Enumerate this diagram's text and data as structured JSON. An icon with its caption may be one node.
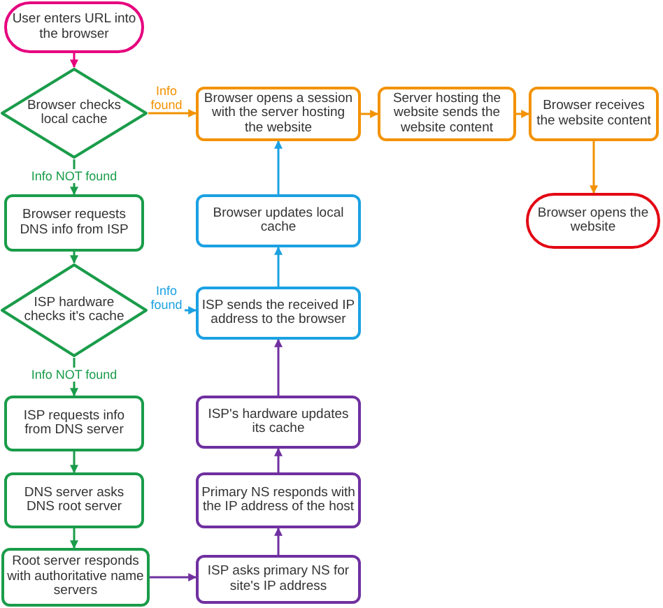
{
  "diagram": {
    "nodes": [
      {
        "text": [
          "User enters URL into the browser"
        ]
      },
      {
        "text": [
          "Browser checks local cache"
        ]
      },
      {
        "text": [
          "Browser requests DNS info from ISP"
        ]
      },
      {
        "text": [
          "ISP hardware checks it's cache"
        ]
      },
      {
        "text": [
          "ISP requests info from DNS server"
        ]
      },
      {
        "text": [
          "DNS server asks DNS root server"
        ]
      },
      {
        "text": [
          "Root server responds with authoritative name servers"
        ]
      },
      {
        "text": [
          "ISP asks primary NS for site's IP address"
        ]
      },
      {
        "text": [
          "Primary NS responds with the IP address of the host"
        ]
      },
      {
        "text": [
          "ISP's hardware updates its cache"
        ]
      },
      {
        "text": [
          "ISP sends the received IP address to the browser"
        ]
      },
      {
        "text": [
          "Browser updates local cache"
        ]
      },
      {
        "text": [
          "Browser opens a session with the server hosting the website"
        ]
      },
      {
        "text": [
          "Server hosting the website sends the website content"
        ]
      },
      {
        "text": [
          "Browser receives the website content"
        ]
      },
      {
        "text": [
          "Browser opens the website"
        ]
      }
    ],
    "edges": [
      {
        "from": 0,
        "to": 1,
        "arrow": "to",
        "color": "#e6007e"
      },
      {
        "from": 1,
        "to": 12,
        "arrow": "to",
        "label": "Info found",
        "color": "#f39200"
      },
      {
        "from": 1,
        "to": 2,
        "arrow": "to",
        "label": "Info NOT found"
      },
      {
        "from": 2,
        "to": 3,
        "arrow": "to"
      },
      {
        "from": 3,
        "to": 10,
        "arrow": "to",
        "label": "Info found",
        "color": "#1ba1e2"
      },
      {
        "from": 3,
        "to": 4,
        "arrow": "to",
        "label": "Info NOT found"
      },
      {
        "from": 4,
        "to": 5,
        "arrow": "to"
      },
      {
        "from": 5,
        "to": 6,
        "arrow": "to"
      },
      {
        "from": 6,
        "to": 7,
        "arrow": "to",
        "color": "#7030a0"
      },
      {
        "from": 7,
        "to": 8,
        "arrow": "to",
        "color": "#7030a0"
      },
      {
        "from": 8,
        "to": 9,
        "arrow": "to",
        "color": "#7030a0"
      },
      {
        "from": 9,
        "to": 10,
        "arrow": "to",
        "color": "#7030a0"
      },
      {
        "from": 10,
        "to": 11,
        "arrow": "to",
        "color": "#1ba1e2"
      },
      {
        "from": 11,
        "to": 12,
        "arrow": "to",
        "color": "#1ba1e2"
      },
      {
        "from": 12,
        "to": 13,
        "arrow": "to",
        "color": "#f39200"
      },
      {
        "from": 13,
        "to": 14,
        "arrow": "to",
        "color": "#f39200"
      },
      {
        "from": 14,
        "to": 15,
        "arrow": "to",
        "color": "#f39200"
      }
    ]
  }
}
